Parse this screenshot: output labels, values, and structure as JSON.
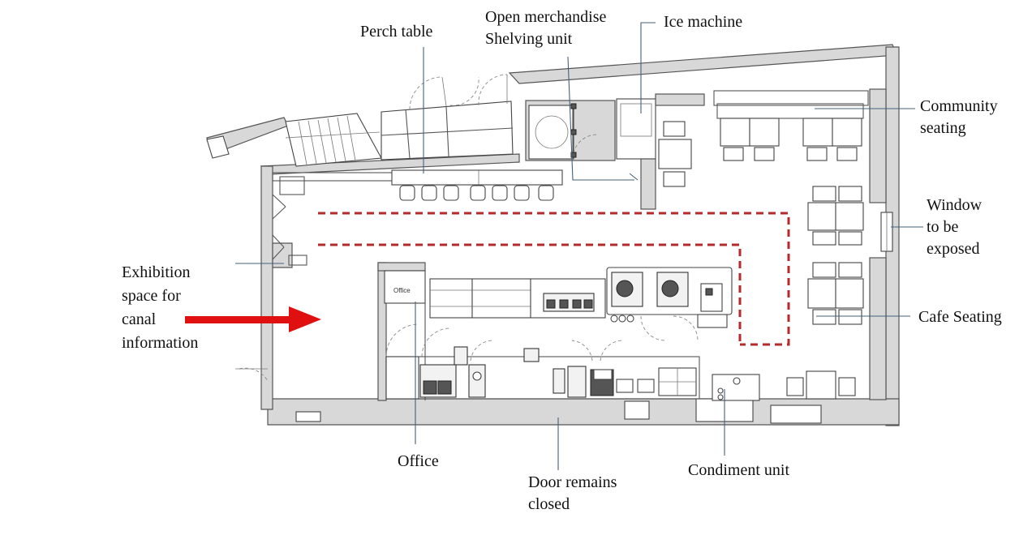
{
  "labels": {
    "perch_table": "Perch table",
    "merch_line1": "Open merchandise",
    "merch_line2": "Shelving unit",
    "ice_machine": "Ice machine",
    "community_line1": "Community",
    "community_line2": "seating",
    "window_line1": "Window",
    "window_line2": "to be",
    "window_line3": "exposed",
    "cafe_seating": "Cafe Seating",
    "exhibition_line1": "Exhibition",
    "exhibition_line2": "space for",
    "exhibition_line3": "canal",
    "exhibition_line4": "information",
    "office": "Office",
    "office_room_tag": "Office",
    "door_line1": "Door remains",
    "door_line2": "closed",
    "condiment_unit": "Condiment unit"
  },
  "colors": {
    "route": "#b52a2a",
    "arrow": "#e01010",
    "leader": "#46607a",
    "wall_fill": "#d8d8d8"
  }
}
